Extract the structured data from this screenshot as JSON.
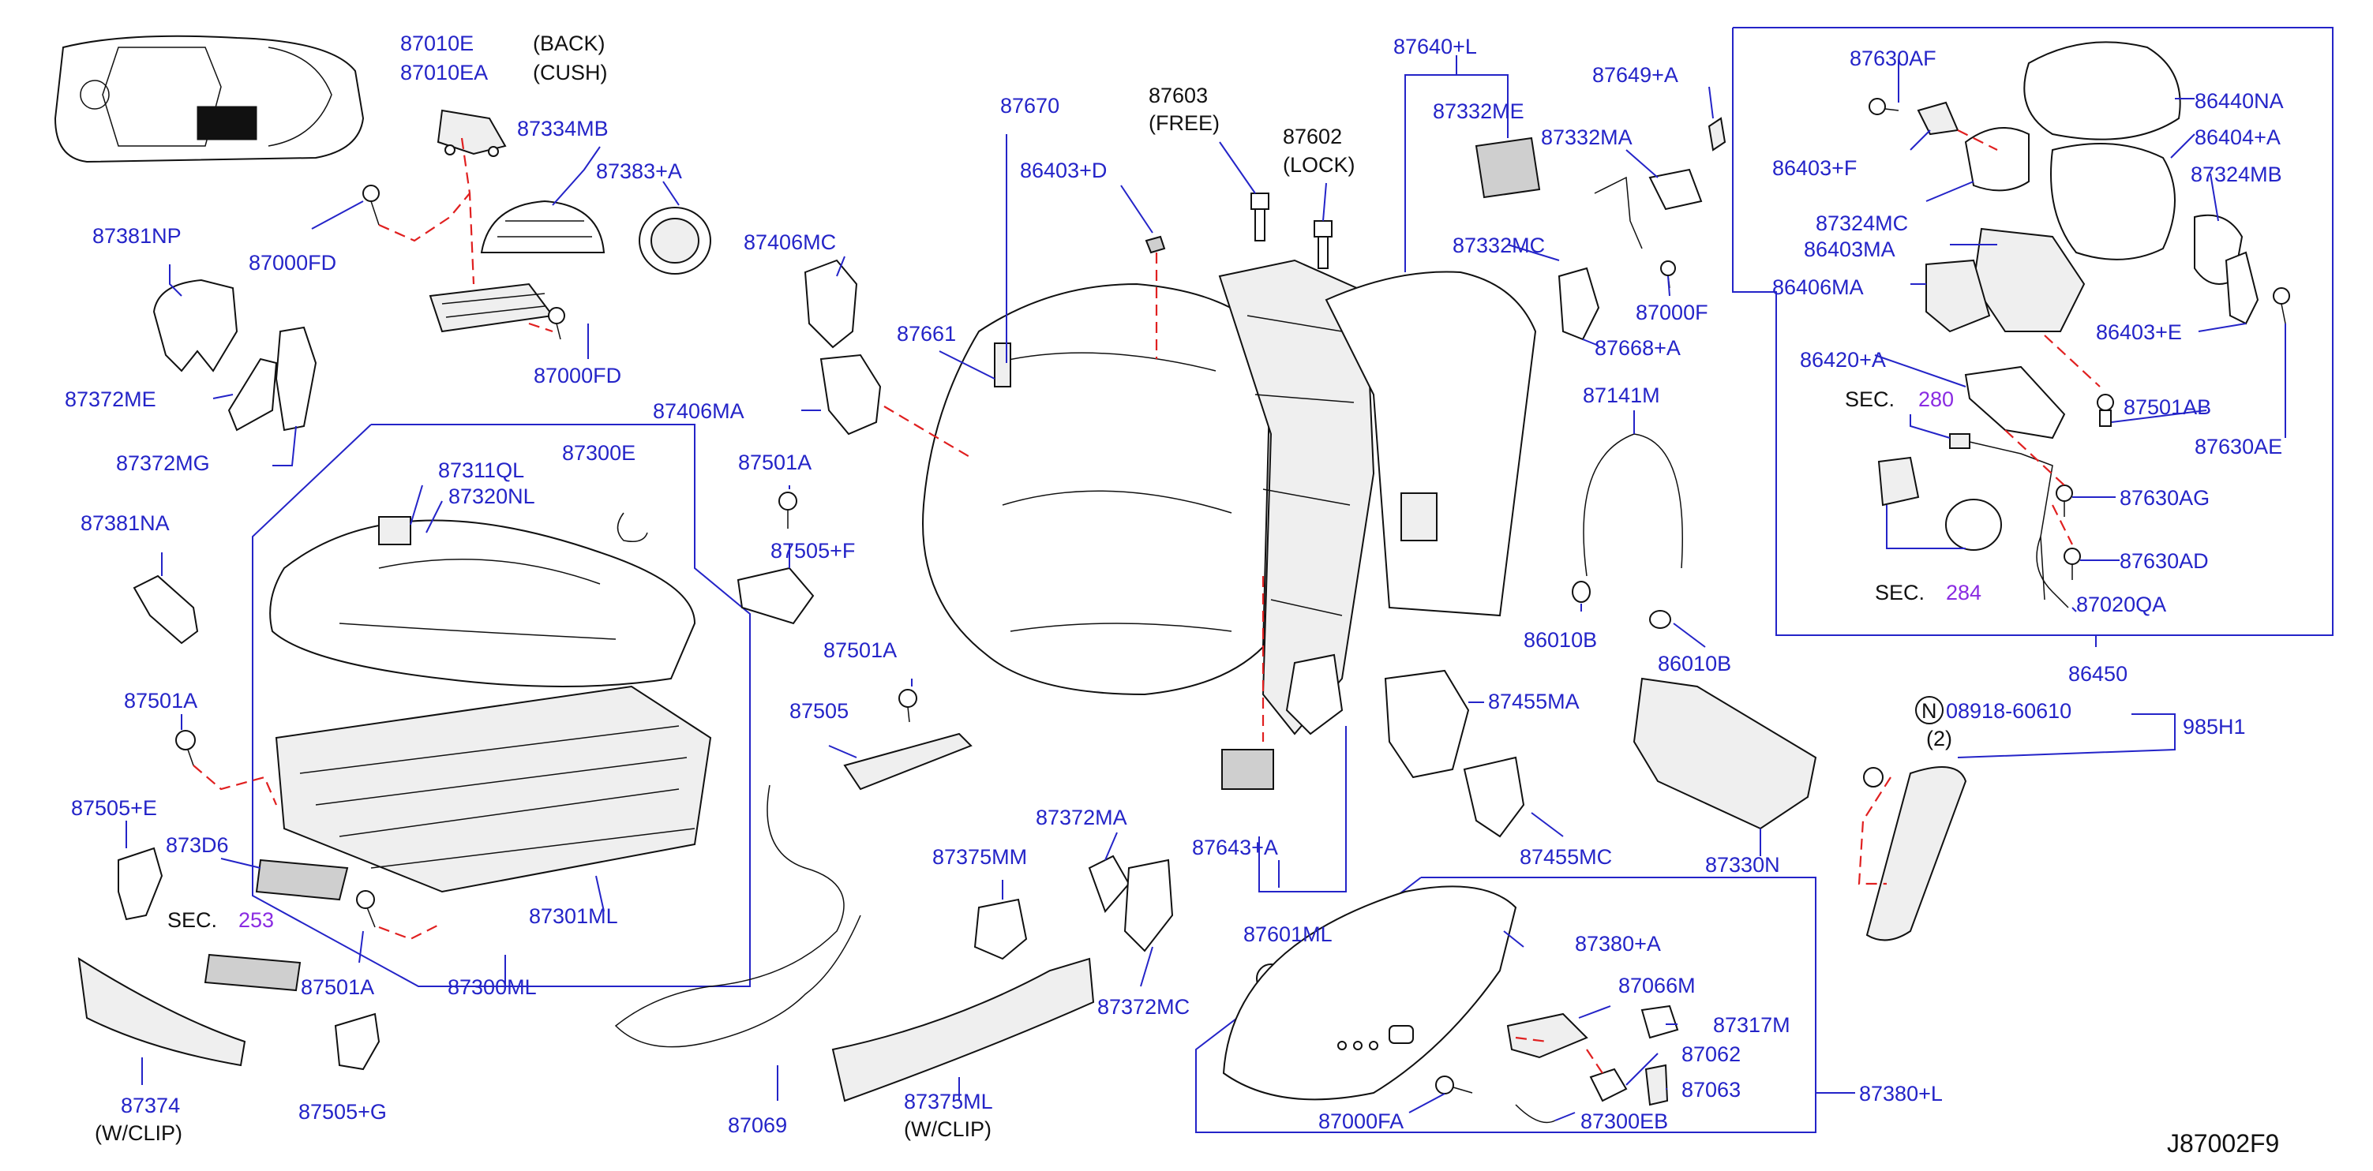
{
  "diagram": {
    "code": "J87002F9",
    "labels": [
      "87010E",
      "87010EA",
      "(BACK)",
      "(CUSH)",
      "87334MB",
      "87383+A",
      "87000FD",
      "87000FD",
      "87381NP",
      "87372ME",
      "87372MG",
      "87381NA",
      "87501A",
      "87505+E",
      "873D6",
      "SEC.",
      "253",
      "87374",
      "(W/CLIP)",
      "87501A",
      "87505+G",
      "87311QL",
      "87320NL",
      "87300E",
      "87406MA",
      "87301ML",
      "87300ML",
      "87406MC",
      "87670",
      "86403+D",
      "87661",
      "87501A",
      "87505+F",
      "87501A",
      "87505",
      "87069",
      "87375MM",
      "87375ML",
      "(W/CLIP)",
      "87372MA",
      "87372MC",
      "87603",
      "(FREE)",
      "87602",
      "(LOCK)",
      "87640+L",
      "87332ME",
      "87332MC",
      "87643+A",
      "87601ML",
      "87649+A",
      "87332MA",
      "87000F",
      "87668+A",
      "87141M",
      "86010B",
      "86010B",
      "87455MA",
      "87455MC",
      "87330N",
      "87630AF",
      "86440NA",
      "86403+F",
      "86404+A",
      "87324MC",
      "87324MB",
      "86403MA",
      "86406MA",
      "86403+E",
      "86420+A",
      "87501AB",
      "SEC.",
      "280",
      "87630AE",
      "87630AG",
      "87630AD",
      "SEC.",
      "284",
      "87020QA",
      "86450",
      "N",
      "08918-60610",
      "(2)",
      "985H1",
      "87380+A",
      "87066M",
      "87317M",
      "87062",
      "87063",
      "87000FA",
      "87300EB",
      "87380+L"
    ]
  }
}
